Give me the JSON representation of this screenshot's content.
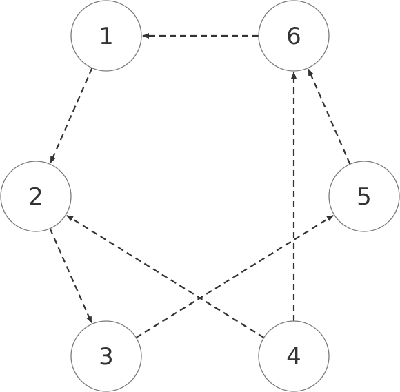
{
  "diagram": {
    "nodes": [
      {
        "id": "1",
        "label": "1"
      },
      {
        "id": "2",
        "label": "2"
      },
      {
        "id": "3",
        "label": "3"
      },
      {
        "id": "4",
        "label": "4"
      },
      {
        "id": "5",
        "label": "5"
      },
      {
        "id": "6",
        "label": "6"
      }
    ],
    "edges": [
      {
        "from": "6",
        "to": "1"
      },
      {
        "from": "1",
        "to": "2"
      },
      {
        "from": "2",
        "to": "3"
      },
      {
        "from": "3",
        "to": "5"
      },
      {
        "from": "4",
        "to": "2"
      },
      {
        "from": "4",
        "to": "6"
      },
      {
        "from": "5",
        "to": "6"
      }
    ],
    "colors": {
      "node_stroke": "#7a7a7a",
      "edge": "#333333",
      "label": "#333333",
      "background": "#ffffff"
    },
    "edge_style": "dashed-arrow"
  }
}
